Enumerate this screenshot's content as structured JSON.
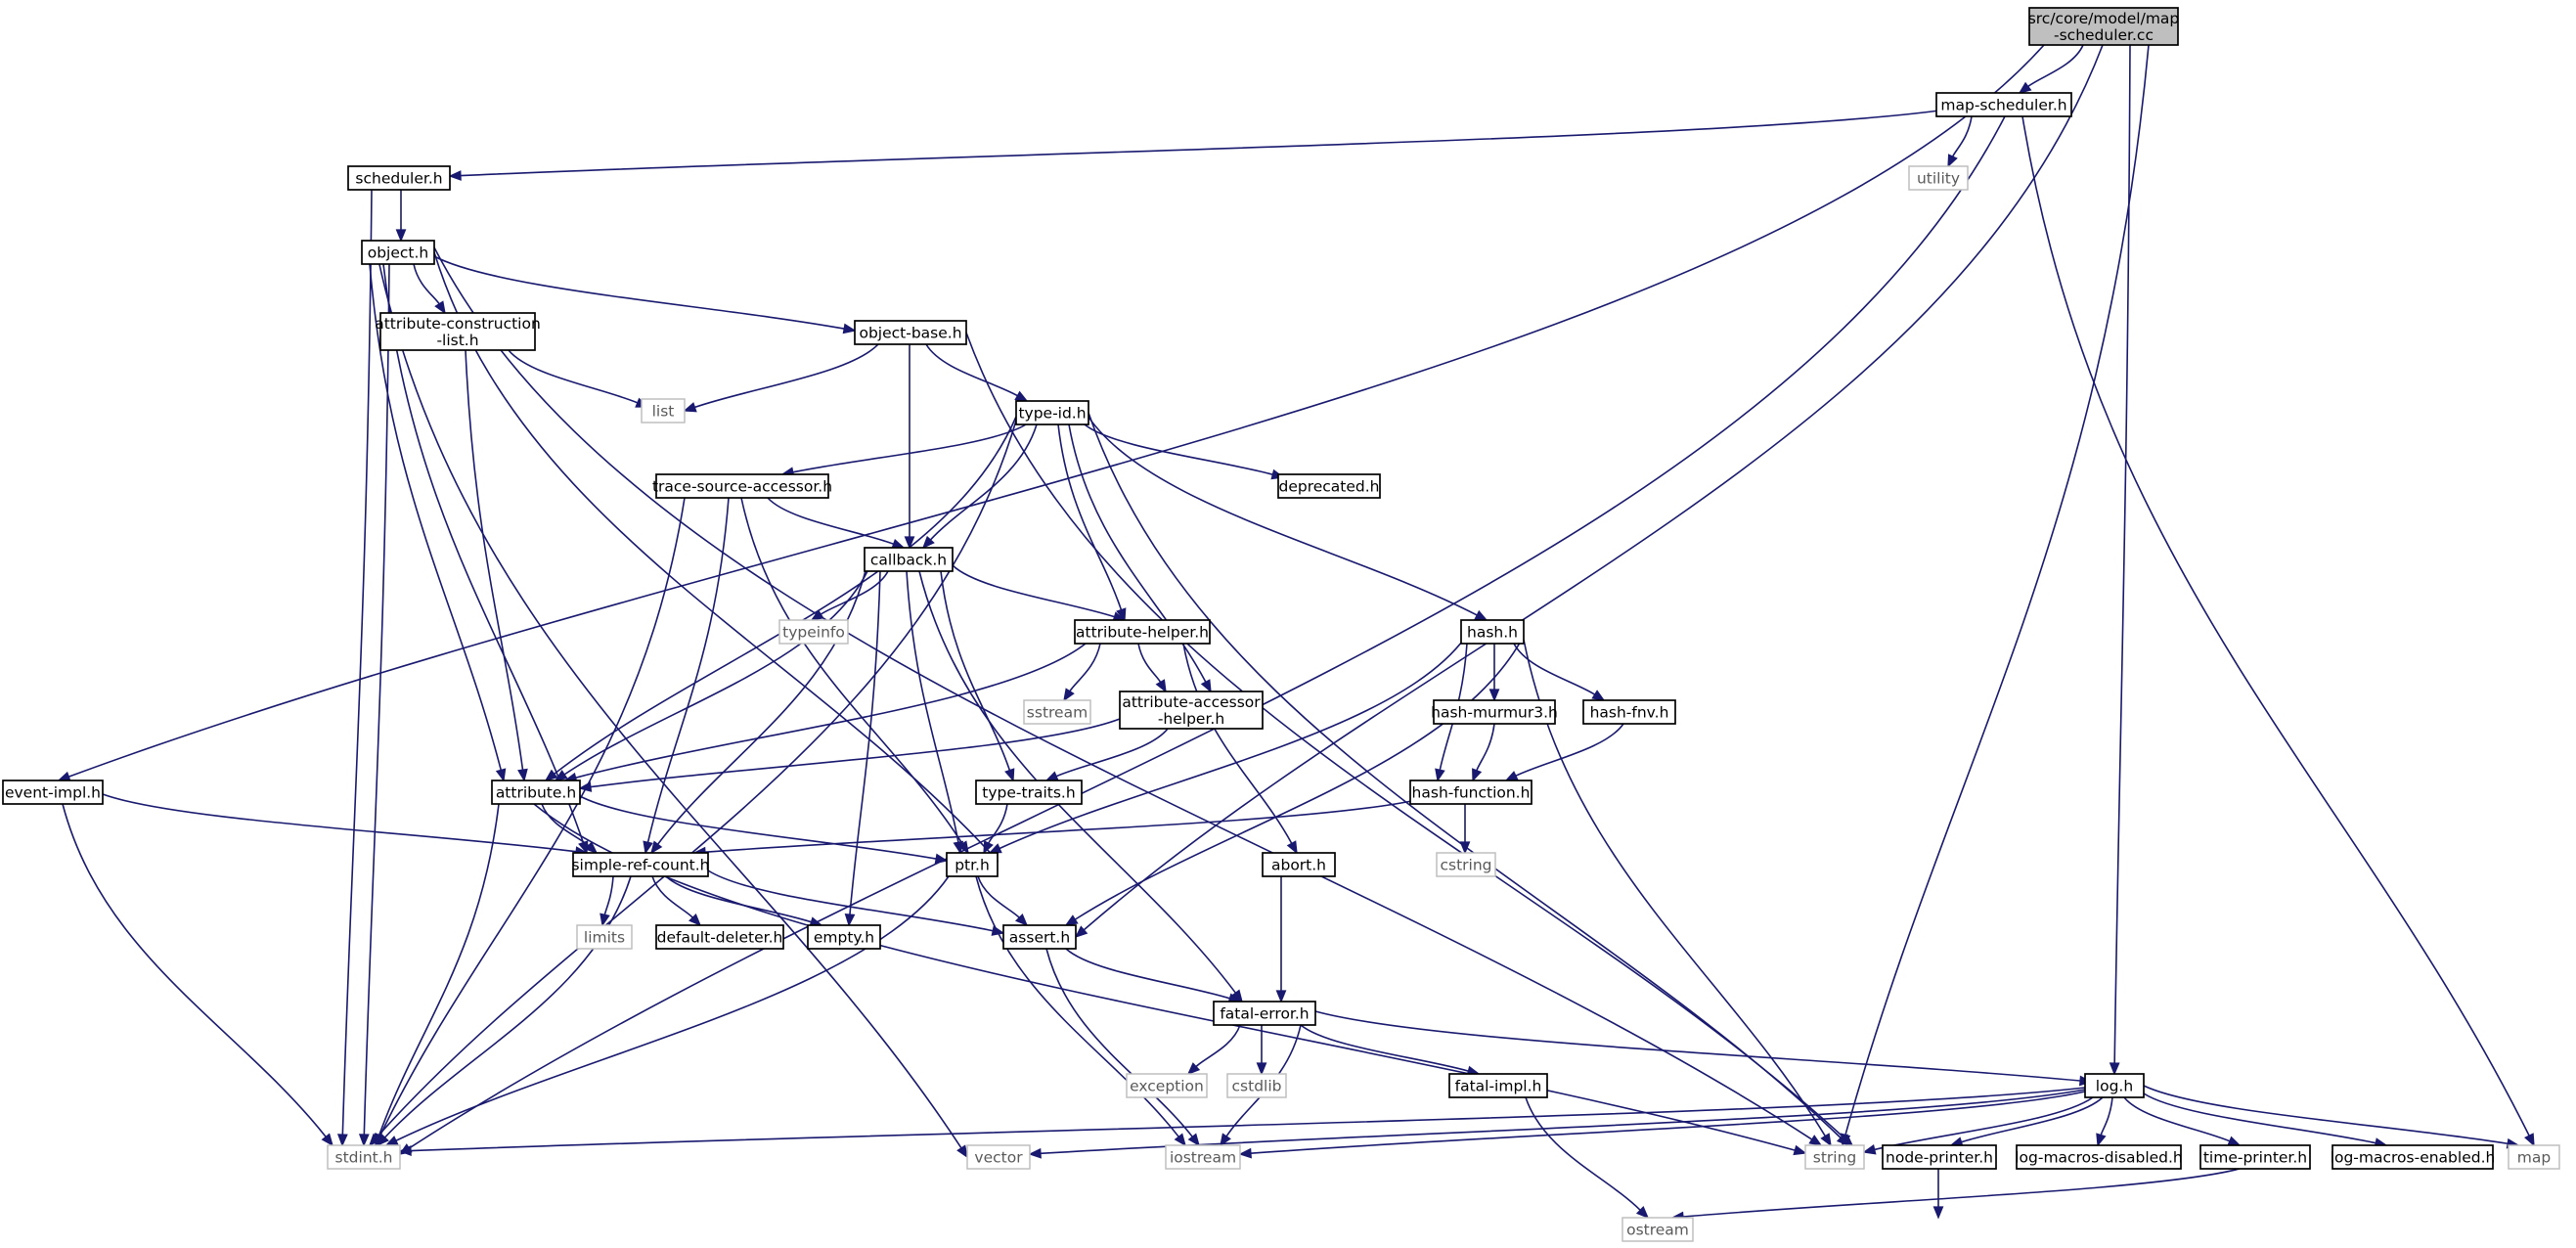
{
  "diagram": {
    "type": "include-dependency-graph",
    "colors": {
      "edge": "#191970",
      "root_fill": "#bfbfbf",
      "node_fill": "#ffffff",
      "node_border": "#000000",
      "external_border": "#bfbfbf"
    },
    "nodes": [
      {
        "id": "root",
        "lines": [
          "src/core/model/map",
          "-scheduler.cc"
        ],
        "kind": "root"
      },
      {
        "id": "map_scheduler_h",
        "lines": [
          "map-scheduler.h"
        ],
        "kind": "file"
      },
      {
        "id": "utility",
        "lines": [
          "utility"
        ],
        "kind": "external"
      },
      {
        "id": "scheduler_h",
        "lines": [
          "scheduler.h"
        ],
        "kind": "file"
      },
      {
        "id": "object_h",
        "lines": [
          "object.h"
        ],
        "kind": "file"
      },
      {
        "id": "attr_construction",
        "lines": [
          "attribute-construction",
          "-list.h"
        ],
        "kind": "file"
      },
      {
        "id": "list",
        "lines": [
          "list"
        ],
        "kind": "external"
      },
      {
        "id": "object_base_h",
        "lines": [
          "object-base.h"
        ],
        "kind": "file"
      },
      {
        "id": "type_id_h",
        "lines": [
          "type-id.h"
        ],
        "kind": "file"
      },
      {
        "id": "trace_source",
        "lines": [
          "trace-source-accessor.h"
        ],
        "kind": "file"
      },
      {
        "id": "deprecated_h",
        "lines": [
          "deprecated.h"
        ],
        "kind": "file"
      },
      {
        "id": "callback_h",
        "lines": [
          "callback.h"
        ],
        "kind": "file"
      },
      {
        "id": "typeinfo",
        "lines": [
          "typeinfo"
        ],
        "kind": "external"
      },
      {
        "id": "attr_helper",
        "lines": [
          "attribute-helper.h"
        ],
        "kind": "file"
      },
      {
        "id": "hash_h",
        "lines": [
          "hash.h"
        ],
        "kind": "file"
      },
      {
        "id": "sstream",
        "lines": [
          "sstream"
        ],
        "kind": "external"
      },
      {
        "id": "attr_accessor",
        "lines": [
          "attribute-accessor",
          "-helper.h"
        ],
        "kind": "file"
      },
      {
        "id": "hash_murmur",
        "lines": [
          "hash-murmur3.h"
        ],
        "kind": "file"
      },
      {
        "id": "hash_fnv",
        "lines": [
          "hash-fnv.h"
        ],
        "kind": "file"
      },
      {
        "id": "event_impl",
        "lines": [
          "event-impl.h"
        ],
        "kind": "file"
      },
      {
        "id": "attribute_h",
        "lines": [
          "attribute.h"
        ],
        "kind": "file"
      },
      {
        "id": "type_traits",
        "lines": [
          "type-traits.h"
        ],
        "kind": "file"
      },
      {
        "id": "hash_function",
        "lines": [
          "hash-function.h"
        ],
        "kind": "file"
      },
      {
        "id": "simple_ref",
        "lines": [
          "simple-ref-count.h"
        ],
        "kind": "file"
      },
      {
        "id": "ptr_h",
        "lines": [
          "ptr.h"
        ],
        "kind": "file"
      },
      {
        "id": "abort_h",
        "lines": [
          "abort.h"
        ],
        "kind": "file"
      },
      {
        "id": "cstring",
        "lines": [
          "cstring"
        ],
        "kind": "external"
      },
      {
        "id": "limits",
        "lines": [
          "limits"
        ],
        "kind": "external"
      },
      {
        "id": "default_deleter",
        "lines": [
          "default-deleter.h"
        ],
        "kind": "file"
      },
      {
        "id": "empty_h",
        "lines": [
          "empty.h"
        ],
        "kind": "file"
      },
      {
        "id": "assert_h",
        "lines": [
          "assert.h"
        ],
        "kind": "file"
      },
      {
        "id": "fatal_error",
        "lines": [
          "fatal-error.h"
        ],
        "kind": "file"
      },
      {
        "id": "exception",
        "lines": [
          "exception"
        ],
        "kind": "external"
      },
      {
        "id": "cstdlib",
        "lines": [
          "cstdlib"
        ],
        "kind": "external"
      },
      {
        "id": "fatal_impl",
        "lines": [
          "fatal-impl.h"
        ],
        "kind": "file"
      },
      {
        "id": "log_h",
        "lines": [
          "log.h"
        ],
        "kind": "file"
      },
      {
        "id": "stdint",
        "lines": [
          "stdint.h"
        ],
        "kind": "external"
      },
      {
        "id": "vector",
        "lines": [
          "vector"
        ],
        "kind": "external"
      },
      {
        "id": "iostream",
        "lines": [
          "iostream"
        ],
        "kind": "external"
      },
      {
        "id": "string",
        "lines": [
          "string"
        ],
        "kind": "external"
      },
      {
        "id": "node_printer",
        "lines": [
          "node-printer.h"
        ],
        "kind": "file"
      },
      {
        "id": "log_disabled",
        "lines": [
          "log-macros-disabled.h"
        ],
        "kind": "file"
      },
      {
        "id": "time_printer",
        "lines": [
          "time-printer.h"
        ],
        "kind": "file"
      },
      {
        "id": "log_enabled",
        "lines": [
          "log-macros-enabled.h"
        ],
        "kind": "file"
      },
      {
        "id": "map",
        "lines": [
          "map"
        ],
        "kind": "external"
      },
      {
        "id": "ostream",
        "lines": [
          "ostream"
        ],
        "kind": "external"
      }
    ],
    "edges": [
      [
        "root",
        "map_scheduler_h"
      ],
      [
        "root",
        "event_impl"
      ],
      [
        "root",
        "log_h"
      ],
      [
        "root",
        "string"
      ],
      [
        "root",
        "assert_h"
      ],
      [
        "map_scheduler_h",
        "scheduler_h"
      ],
      [
        "map_scheduler_h",
        "utility"
      ],
      [
        "map_scheduler_h",
        "stdint"
      ],
      [
        "map_scheduler_h",
        "map"
      ],
      [
        "scheduler_h",
        "object_h"
      ],
      [
        "scheduler_h",
        "stdint"
      ],
      [
        "object_h",
        "attr_construction"
      ],
      [
        "object_h",
        "object_base_h"
      ],
      [
        "object_h",
        "attribute_h"
      ],
      [
        "object_h",
        "simple_ref"
      ],
      [
        "object_h",
        "stdint"
      ],
      [
        "object_h",
        "vector"
      ],
      [
        "object_h",
        "ptr_h"
      ],
      [
        "object_h",
        "string"
      ],
      [
        "attr_construction",
        "list"
      ],
      [
        "attr_construction",
        "attribute_h"
      ],
      [
        "object_base_h",
        "list"
      ],
      [
        "object_base_h",
        "type_id_h"
      ],
      [
        "object_base_h",
        "callback_h"
      ],
      [
        "object_base_h",
        "string"
      ],
      [
        "type_id_h",
        "trace_source"
      ],
      [
        "type_id_h",
        "callback_h"
      ],
      [
        "type_id_h",
        "deprecated_h"
      ],
      [
        "type_id_h",
        "hash_h"
      ],
      [
        "type_id_h",
        "attr_helper"
      ],
      [
        "type_id_h",
        "attr_accessor"
      ],
      [
        "type_id_h",
        "attribute_h"
      ],
      [
        "type_id_h",
        "stdint"
      ],
      [
        "type_id_h",
        "string"
      ],
      [
        "trace_source",
        "callback_h"
      ],
      [
        "trace_source",
        "simple_ref"
      ],
      [
        "trace_source",
        "ptr_h"
      ],
      [
        "trace_source",
        "stdint"
      ],
      [
        "callback_h",
        "typeinfo"
      ],
      [
        "callback_h",
        "attr_helper"
      ],
      [
        "callback_h",
        "attribute_h"
      ],
      [
        "callback_h",
        "simple_ref"
      ],
      [
        "callback_h",
        "ptr_h"
      ],
      [
        "callback_h",
        "type_traits"
      ],
      [
        "callback_h",
        "empty_h"
      ],
      [
        "callback_h",
        "fatal_error"
      ],
      [
        "attr_helper",
        "sstream"
      ],
      [
        "attr_helper",
        "attr_accessor"
      ],
      [
        "attr_helper",
        "abort_h"
      ],
      [
        "attr_helper",
        "attribute_h"
      ],
      [
        "attr_accessor",
        "attribute_h"
      ],
      [
        "attr_accessor",
        "type_traits"
      ],
      [
        "hash_h",
        "hash_murmur"
      ],
      [
        "hash_h",
        "hash_fnv"
      ],
      [
        "hash_h",
        "hash_function"
      ],
      [
        "hash_h",
        "ptr_h"
      ],
      [
        "hash_h",
        "assert_h"
      ],
      [
        "hash_h",
        "string"
      ],
      [
        "hash_murmur",
        "hash_function"
      ],
      [
        "hash_fnv",
        "hash_function"
      ],
      [
        "hash_function",
        "cstring"
      ],
      [
        "hash_function",
        "simple_ref"
      ],
      [
        "event_impl",
        "simple_ref"
      ],
      [
        "event_impl",
        "stdint"
      ],
      [
        "attribute_h",
        "simple_ref"
      ],
      [
        "attribute_h",
        "ptr_h"
      ],
      [
        "attribute_h",
        "stdint"
      ],
      [
        "attribute_h",
        "string"
      ],
      [
        "type_traits",
        "ptr_h"
      ],
      [
        "simple_ref",
        "limits"
      ],
      [
        "simple_ref",
        "default_deleter"
      ],
      [
        "simple_ref",
        "empty_h"
      ],
      [
        "simple_ref",
        "assert_h"
      ],
      [
        "simple_ref",
        "stdint"
      ],
      [
        "ptr_h",
        "assert_h"
      ],
      [
        "ptr_h",
        "iostream"
      ],
      [
        "ptr_h",
        "stdint"
      ],
      [
        "abort_h",
        "fatal_error"
      ],
      [
        "assert_h",
        "fatal_error"
      ],
      [
        "assert_h",
        "iostream"
      ],
      [
        "fatal_error",
        "exception"
      ],
      [
        "fatal_error",
        "cstdlib"
      ],
      [
        "fatal_error",
        "fatal_impl"
      ],
      [
        "fatal_error",
        "iostream"
      ],
      [
        "fatal_error",
        "log_h"
      ],
      [
        "fatal_impl",
        "ostream"
      ],
      [
        "log_h",
        "stdint"
      ],
      [
        "log_h",
        "vector"
      ],
      [
        "log_h",
        "iostream"
      ],
      [
        "log_h",
        "string"
      ],
      [
        "log_h",
        "node_printer"
      ],
      [
        "log_h",
        "log_disabled"
      ],
      [
        "log_h",
        "time_printer"
      ],
      [
        "log_h",
        "log_enabled"
      ],
      [
        "log_h",
        "map"
      ],
      [
        "node_printer",
        "ostream"
      ],
      [
        "time_printer",
        "ostream"
      ]
    ]
  }
}
